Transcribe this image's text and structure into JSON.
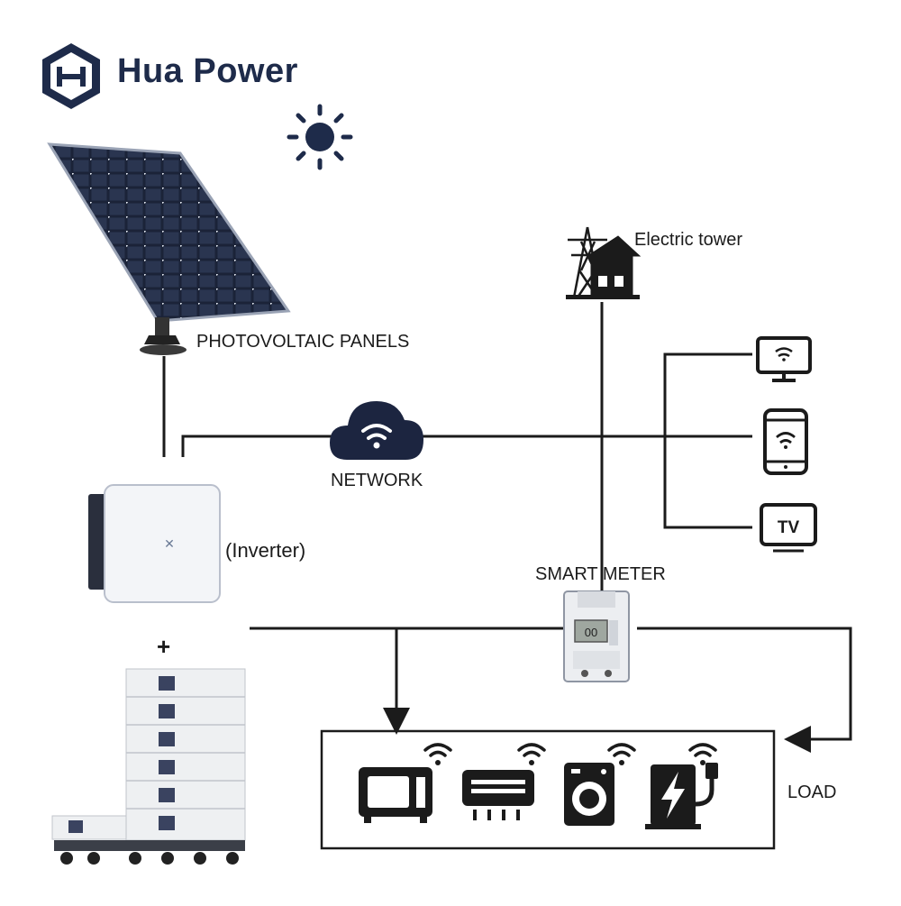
{
  "brand": {
    "name": "Hua Power"
  },
  "labels": {
    "pv": "PHOTOVOLTAIC PANELS",
    "tower": "Electric tower",
    "network": "NETWORK",
    "inverter": "(Inverter)",
    "meter": "SMART METER",
    "load": "LOAD",
    "plus": "+",
    "meter_display": "00",
    "tv": "TV"
  },
  "colors": {
    "ink": "#1b1b1b",
    "brand": "#1e2b4a",
    "panel": "#1c2540"
  },
  "icons": [
    "logo-icon",
    "sun-icon",
    "solar-panel-icon",
    "electric-tower-icon",
    "cloud-wifi-icon",
    "monitor-icon",
    "phone-icon",
    "tv-icon",
    "inverter-icon",
    "smart-meter-icon",
    "battery-stack-icon",
    "microwave-icon",
    "air-conditioner-icon",
    "washing-machine-icon",
    "ev-charger-icon"
  ]
}
